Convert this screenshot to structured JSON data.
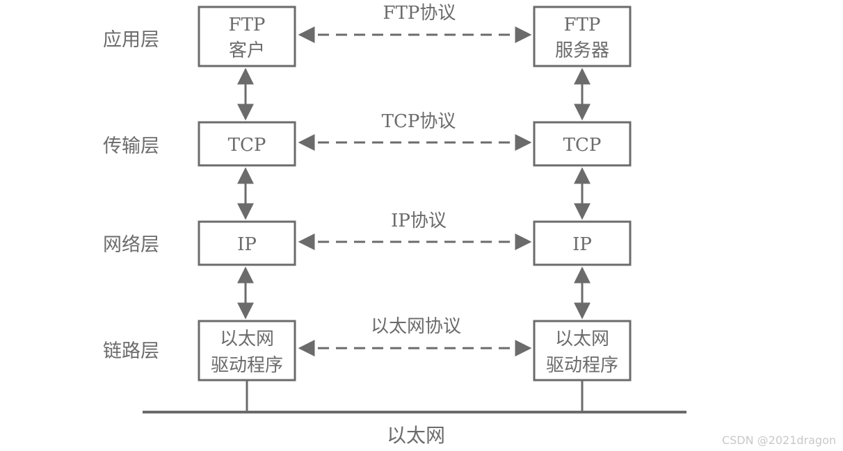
{
  "layers": [
    {
      "label": "应用层",
      "left": [
        "FTP",
        "客户"
      ],
      "right": [
        "FTP",
        "服务器"
      ],
      "protocol": "FTP协议"
    },
    {
      "label": "传输层",
      "left": [
        "TCP"
      ],
      "right": [
        "TCP"
      ],
      "protocol": "TCP协议"
    },
    {
      "label": "网络层",
      "left": [
        "IP"
      ],
      "right": [
        "IP"
      ],
      "protocol": "IP协议"
    },
    {
      "label": "链路层",
      "left": [
        "以太网",
        "驱动程序"
      ],
      "right": [
        "以太网",
        "驱动程序"
      ],
      "protocol": "以太网协议"
    }
  ],
  "network_label": "以太网",
  "watermark": "CSDN @2021dragon",
  "colors": {
    "stroke": "#6b6b6b",
    "text": "#6b6b6b"
  }
}
